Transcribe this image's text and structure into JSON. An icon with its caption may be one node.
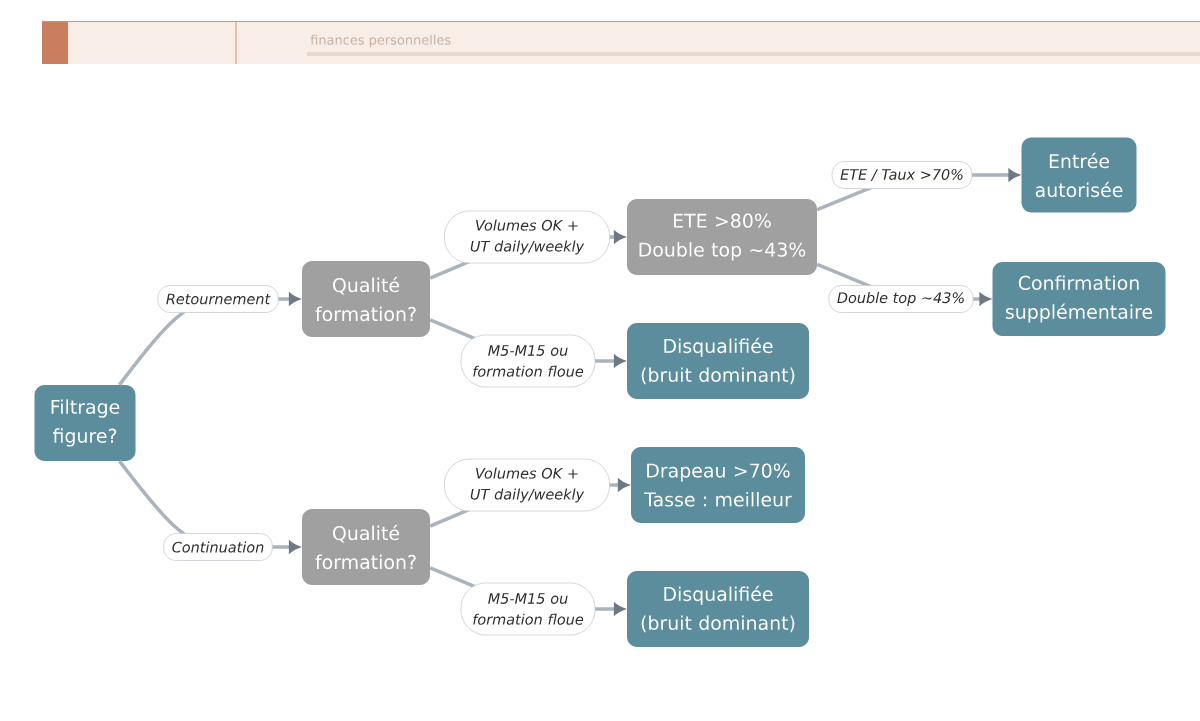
{
  "diagram": {
    "nodes": [
      {
        "text": [
          "Filtrage figure?"
        ]
      },
      {
        "text": [
          "Qualité formation?"
        ]
      },
      {
        "text": [
          "ETE >80% Double top ~43%"
        ]
      },
      {
        "text": [
          "Entrée autorisée"
        ]
      },
      {
        "text": [
          "Confirmation supplémentaire"
        ]
      },
      {
        "text": [
          "Disqualifiée (bruit dominant)"
        ]
      },
      {
        "text": [
          "Qualité formation?"
        ]
      },
      {
        "text": [
          "Drapeau >70% Tasse : meilleur"
        ]
      },
      {
        "text": [
          "Disqualifiée (bruit dominant)"
        ]
      }
    ],
    "edges": [
      {
        "from": 0,
        "to": 1,
        "arrow": "to",
        "label": "Retournement"
      },
      {
        "from": 1,
        "to": 2,
        "arrow": "to",
        "label": "Volumes OK + UT daily/weekly"
      },
      {
        "from": 1,
        "to": 5,
        "arrow": "to",
        "label": "M5-M15 ou formation floue"
      },
      {
        "from": 2,
        "to": 3,
        "arrow": "to",
        "label": "ETE / Taux >70%"
      },
      {
        "from": 2,
        "to": 4,
        "arrow": "to",
        "label": "Double top ~43%"
      },
      {
        "from": 0,
        "to": 6,
        "arrow": "to",
        "label": "Continuation"
      },
      {
        "from": 6,
        "to": 7,
        "arrow": "to",
        "label": "Volumes OK + UT daily/weekly"
      },
      {
        "from": 6,
        "to": 8,
        "arrow": "to",
        "label": "M5-M15 ou formation floue"
      }
    ],
    "labels": [
      "finances personnelles"
    ]
  }
}
